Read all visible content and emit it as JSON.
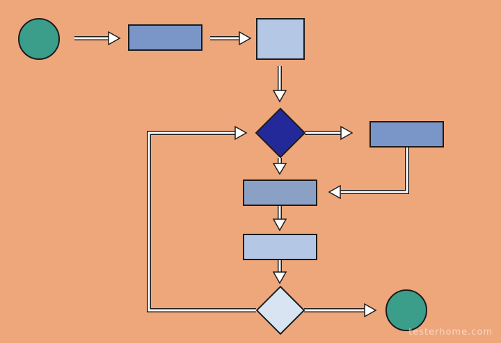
{
  "diagram": {
    "type": "flowchart",
    "nodes": [
      {
        "id": "start",
        "shape": "circle",
        "color": "#3a9e8b"
      },
      {
        "id": "process-1",
        "shape": "rectangle",
        "color": "#7a96c8"
      },
      {
        "id": "process-2",
        "shape": "rectangle",
        "color": "#b4c7e4"
      },
      {
        "id": "decision-1",
        "shape": "diamond",
        "color": "#24299a"
      },
      {
        "id": "process-3",
        "shape": "rectangle",
        "color": "#7a96c8"
      },
      {
        "id": "process-4",
        "shape": "rectangle",
        "color": "#8aa0c4"
      },
      {
        "id": "process-5",
        "shape": "rectangle",
        "color": "#b4c7e4"
      },
      {
        "id": "decision-2",
        "shape": "diamond",
        "color": "#d8e4f2"
      },
      {
        "id": "end",
        "shape": "circle",
        "color": "#3a9e8b"
      }
    ],
    "edges": [
      {
        "from": "start",
        "to": "process-1"
      },
      {
        "from": "process-1",
        "to": "process-2"
      },
      {
        "from": "process-2",
        "to": "decision-1"
      },
      {
        "from": "decision-1",
        "to": "process-3"
      },
      {
        "from": "decision-1",
        "to": "process-4"
      },
      {
        "from": "process-3",
        "to": "process-4"
      },
      {
        "from": "process-4",
        "to": "process-5"
      },
      {
        "from": "process-5",
        "to": "decision-2"
      },
      {
        "from": "decision-2",
        "to": "end"
      },
      {
        "from": "decision-2",
        "to": "decision-1"
      }
    ],
    "background_color": "#eea67b",
    "arrow_color": "#ffffff",
    "outline_color": "#1b1b1b"
  },
  "watermark": "testerhome.com"
}
